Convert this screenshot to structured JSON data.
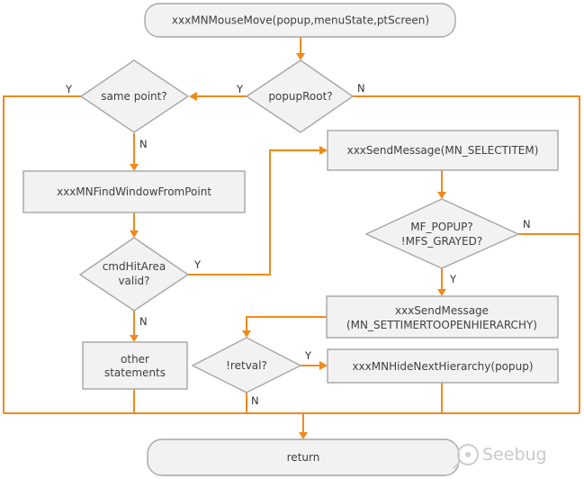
{
  "diagram": {
    "nodes": {
      "start": "xxxMNMouseMove(popup,menuState,ptScreen)",
      "popup_root": "popupRoot?",
      "same_point": "same point?",
      "find_window": "xxxMNFindWindowFromPoint",
      "cmd_hit_line1": "cmdHitArea",
      "cmd_hit_line2": "valid?",
      "other_line1": "other",
      "other_line2": "statements",
      "send_select": "xxxSendMessage(MN_SELECTITEM)",
      "mf_popup_line1": "MF_POPUP?",
      "mf_popup_line2": "!MFS_GRAYED?",
      "send_timer_line1": "xxxSendMessage",
      "send_timer_line2": "(MN_SETTIMERTOOPENHIERARCHY)",
      "retval": "!retval?",
      "hide_next": "xxxMNHideNextHierarchy(popup)",
      "return": "return"
    },
    "edge_labels": {
      "popup_root_yes": "Y",
      "popup_root_no": "N",
      "same_point_yes": "Y",
      "same_point_no": "N",
      "cmd_hit_yes": "Y",
      "cmd_hit_no": "N",
      "mf_popup_yes": "Y",
      "mf_popup_no": "N",
      "retval_yes": "Y",
      "retval_no": "N"
    },
    "colors": {
      "edge": "#f08a1c",
      "node_fill": "#f2f2f2",
      "node_border": "#a6a6a6",
      "text": "#404040"
    },
    "watermark": "Seebug"
  }
}
